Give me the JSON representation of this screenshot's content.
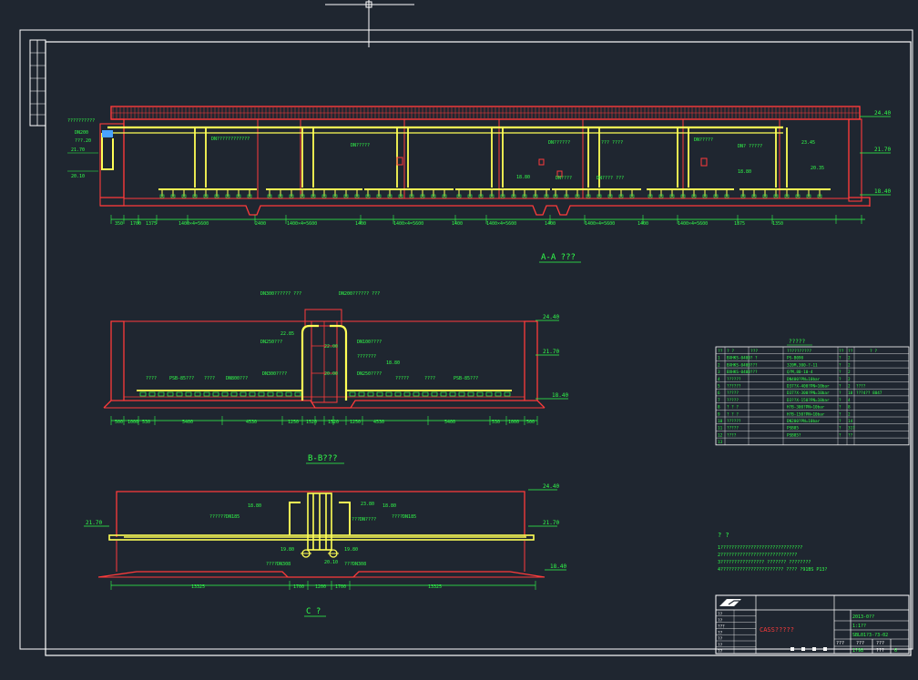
{
  "drawing": {
    "section_aa_title": "A-A ???",
    "section_bb_title": "B-B???",
    "section_c_title": "C  ?",
    "notes_title": "? ?",
    "table_title": "?????"
  },
  "section_aa": {
    "elevations": [
      "24.40",
      "21.70",
      "18.40"
    ],
    "left_labels": [
      "??????????",
      "DN200",
      "???.20",
      "21.70",
      "20.10"
    ],
    "top_labels": [
      "DN????????????",
      "DN?????",
      "DN??????",
      "??? ????",
      "DN?????",
      "DN? ?????",
      "23.45",
      "20.35"
    ],
    "pipe_labels": [
      "18.80",
      "DN????",
      "DN???? ???",
      "18.80"
    ],
    "dimensions": [
      "350",
      "1700",
      "1375",
      "1400×4=5600",
      "2400",
      "1400×4=5600",
      "1400",
      "1400×4=5600",
      "1400",
      "1400×4=5600",
      "1400",
      "1400×4=5600",
      "1400",
      "1400×4=5600",
      "1375",
      "1350"
    ]
  },
  "section_bb": {
    "top_labels": [
      "DN300?????? ???",
      "DN200?????? ???"
    ],
    "elevations": [
      "24.40",
      "21.70",
      "18.40"
    ],
    "labels": [
      "22.85",
      "DN250???",
      "DN100????",
      "????",
      "PSB-85???",
      "????",
      "DN800???",
      "DN300????",
      "DN250????",
      "?????",
      "???????",
      "????",
      "PSB-85???",
      "20.00",
      "22.00",
      "18.80"
    ],
    "dimensions": [
      "500",
      "1000",
      "530",
      "5400",
      "4530",
      "1250",
      "1520",
      "1520",
      "1250",
      "4530",
      "5400",
      "530",
      "1000",
      "500"
    ]
  },
  "section_c": {
    "elevations": [
      "24.40",
      "21.70",
      "18.40",
      "21.70"
    ],
    "labels": [
      "18.80",
      "??????DN185",
      "23.80",
      "18.80",
      "???DN????",
      "????DN185",
      "19.80",
      "19.80",
      "????DN308",
      "???DN308",
      "20.10"
    ],
    "dimensions": [
      "13325",
      "1700",
      "1200",
      "1700",
      "13325"
    ]
  },
  "material_table": {
    "headers": [
      "??",
      "? ?",
      "???",
      "??????????",
      "??",
      "??",
      "? ?"
    ],
    "rows": [
      [
        "1",
        "BXHKS-0400? ?",
        "PS-B090",
        "?",
        "2",
        ""
      ],
      [
        "2",
        "BXHKS-0400???",
        "320M,300-?-11",
        "?",
        "2",
        ""
      ],
      [
        "3",
        "BXHKS-0400???",
        "Q?M,80-10-4",
        "?",
        "2",
        ""
      ],
      [
        "4",
        "??????",
        "DN400?PN=10bar",
        "?",
        "2",
        ""
      ],
      [
        "5",
        "??????",
        "D37?X-400?PN=10bar",
        "?",
        "2",
        "????"
      ],
      [
        "6",
        "?????",
        "D37?X-300?PN=10bar",
        "?",
        "18",
        "???4?? 8047"
      ],
      [
        "7",
        "?????",
        "D3??X-150?PN=10bar",
        "?",
        "4",
        ""
      ],
      [
        "8",
        "? ? ?",
        "H?B-300?PN=10bar",
        "?",
        "8",
        ""
      ],
      [
        "9",
        "? ? ?",
        "H?B-150?PN=10bar",
        "?",
        "2",
        ""
      ],
      [
        "10",
        "??????",
        "DN200?PN=10bar",
        "?",
        "14",
        ""
      ],
      [
        "11",
        "?????",
        "PSB85",
        "?",
        "31?",
        ""
      ],
      [
        "12",
        "????",
        "PSB85?",
        "?",
        "??",
        ""
      ],
      [
        "13",
        "",
        "",
        "",
        "",
        ""
      ]
    ]
  },
  "notes": [
    "1??????????????????????????????",
    "2????????????????????????????",
    "3???????????????? ??????? ????????",
    "4??????????????????????? ???? ?91BS P13?"
  ],
  "title_block": {
    "drawing_name": "CASS?????",
    "project_no": "2013-0??",
    "scale": "1:1??",
    "drawing_no": "SBL01?3-?3-02",
    "side_labels": [
      "??",
      "??",
      "???",
      "??",
      "??",
      "??",
      "??",
      "??"
    ],
    "date_labels": [
      "???",
      "???",
      "1?98",
      "???",
      "???"
    ],
    "revision": "6"
  }
}
